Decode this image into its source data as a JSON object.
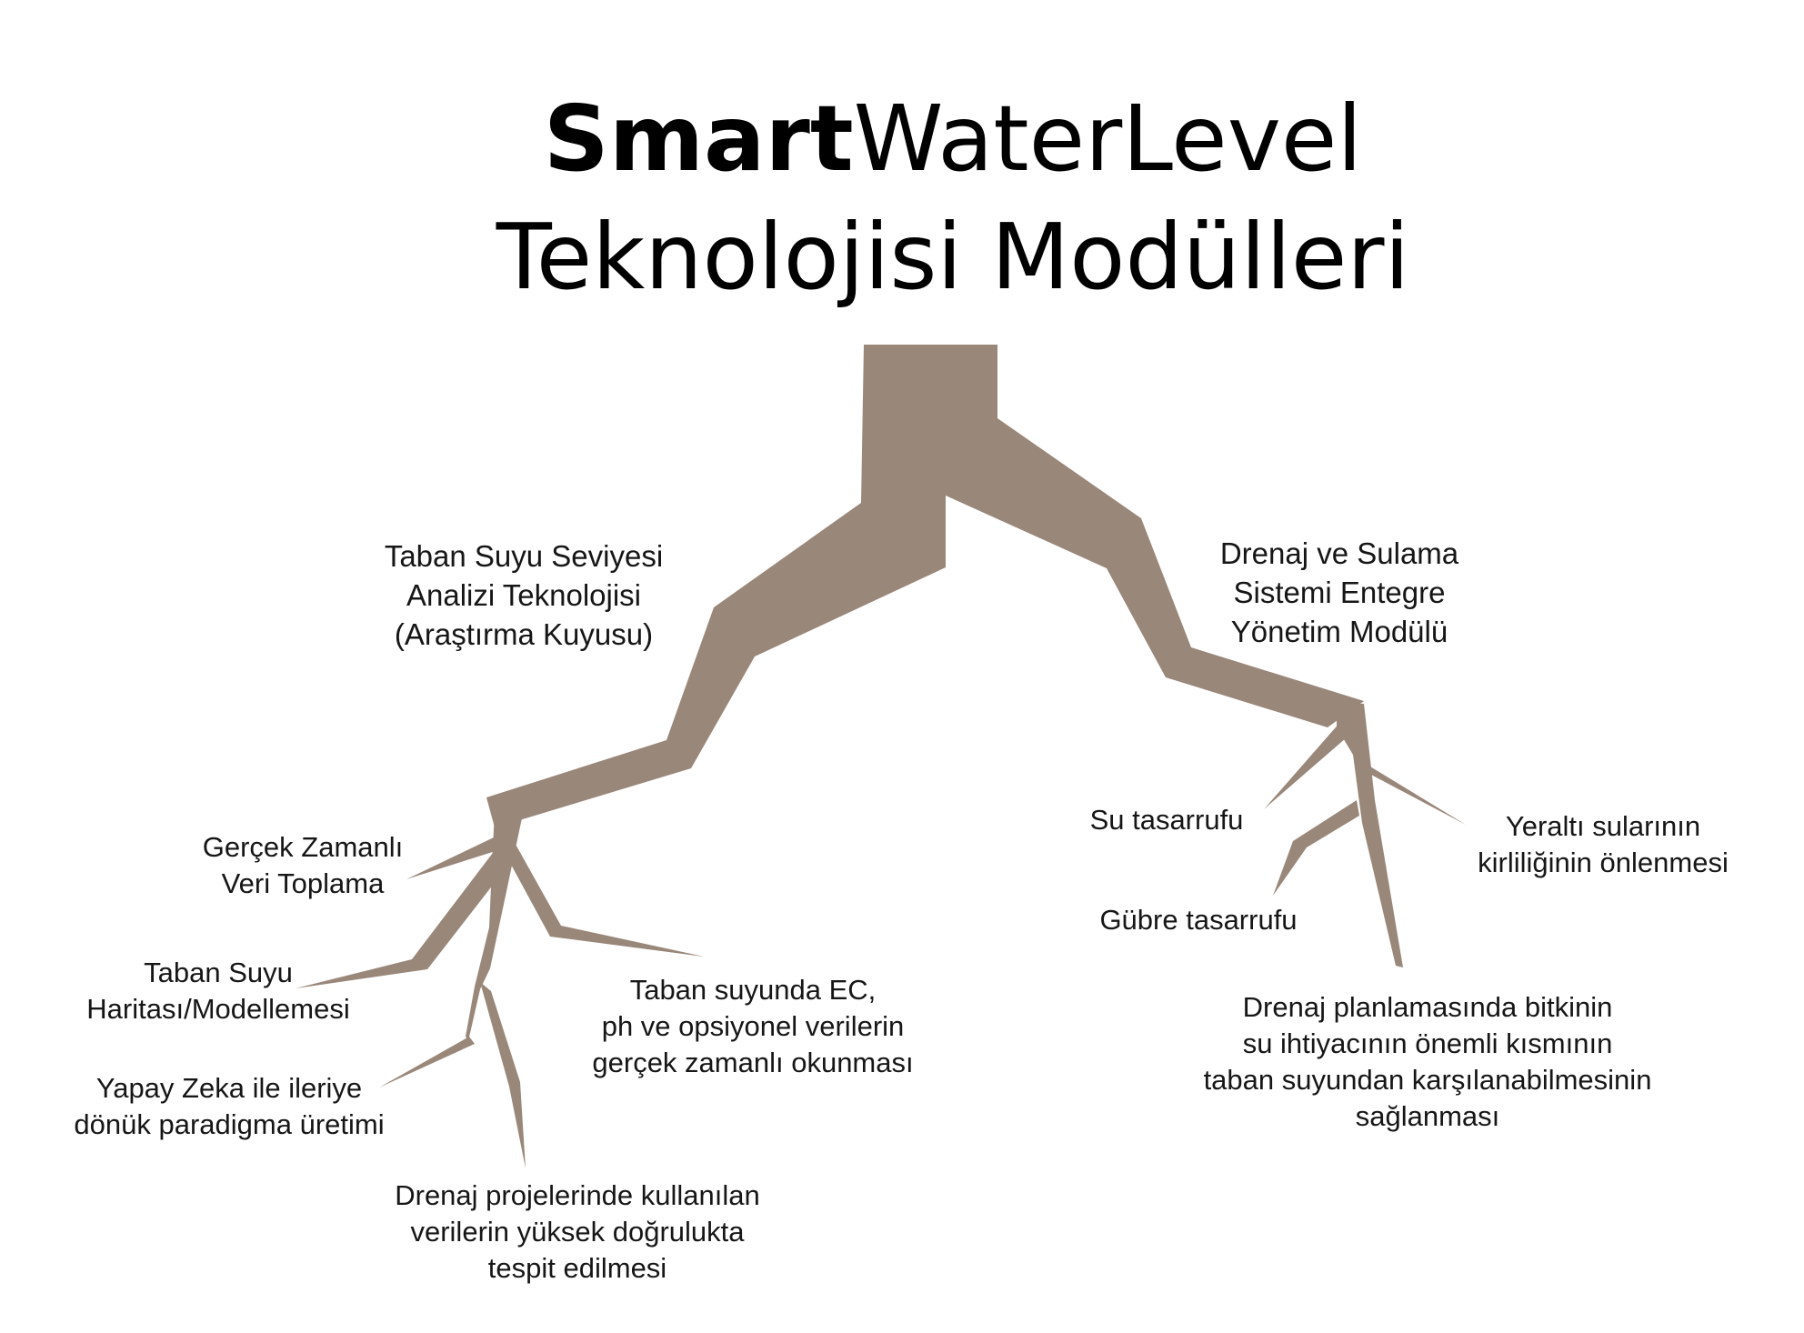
{
  "title": {
    "bold_part": "Smart",
    "regular_part": "WaterLevel",
    "line2": "Teknolojisi Modülleri"
  },
  "colors": {
    "tree": "#998779",
    "text": "#161616",
    "background": "#ffffff"
  },
  "branches": {
    "left_main": {
      "lines": [
        "Taban Suyu Seviyesi",
        "Analizi Teknolojisi",
        "(Araştırma Kuyusu)"
      ]
    },
    "right_main": {
      "lines": [
        "Drenaj ve Sulama",
        "Sistemi Entegre",
        "Yönetim Modülü"
      ]
    }
  },
  "leaves": {
    "realtime": {
      "lines": [
        "Gerçek Zamanlı",
        "Veri Toplama"
      ]
    },
    "mapping": {
      "lines": [
        "Taban Suyu",
        "Haritası/Modellemesi"
      ]
    },
    "ai": {
      "lines": [
        "Yapay Zeka ile ileriye",
        "dönük paradigma üretimi"
      ]
    },
    "drainage_projects": {
      "lines": [
        "Drenaj projelerinde kullanılan",
        "verilerin yüksek doğrulukta",
        "tespit edilmesi"
      ]
    },
    "ec_reading": {
      "lines": [
        "Taban suyunda EC,",
        "ph ve opsiyonel verilerin",
        "gerçek zamanlı okunması"
      ]
    },
    "water_saving": {
      "lines": [
        "Su tasarrufu"
      ]
    },
    "fertilizer_saving": {
      "lines": [
        "Gübre tasarrufu"
      ]
    },
    "groundwater_pollution": {
      "lines": [
        "Yeraltı sularının",
        "kirliliğinin önlenmesi"
      ]
    },
    "drainage_planning": {
      "lines": [
        "Drenaj planlamasında bitkinin",
        "su ihtiyacının önemli kısmının",
        "taban suyundan karşılanabilmesinin",
        "sağlanması"
      ]
    }
  }
}
